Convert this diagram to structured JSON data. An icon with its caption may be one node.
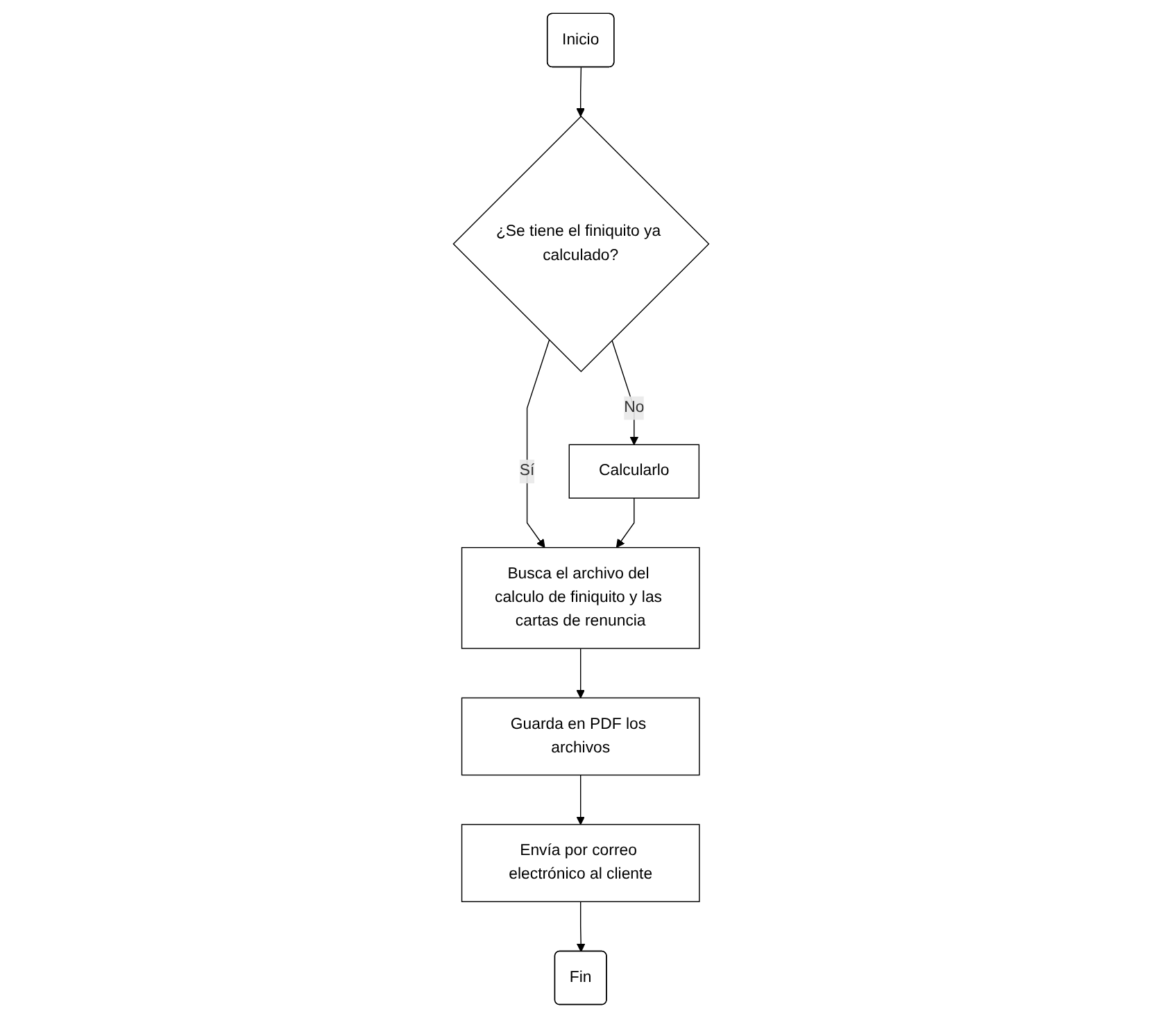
{
  "diagram": {
    "nodes": [
      {
        "text": [
          "Inicio"
        ]
      },
      {
        "text": [
          "¿Se tiene el finiquito ya calculado?"
        ]
      },
      {
        "text": [
          "Calcularlo"
        ]
      },
      {
        "text": [
          "Busca el archivo del calculo de finiquito y las cartas de renuncia"
        ]
      },
      {
        "text": [
          "Guarda en PDF los archivos"
        ]
      },
      {
        "text": [
          "Envía por correo electrónico al cliente"
        ]
      },
      {
        "text": [
          "Fin"
        ]
      }
    ],
    "edges": [
      {
        "from": 0,
        "to": 1,
        "arrow": "to"
      },
      {
        "from": 1,
        "to": 3,
        "arrow": "to",
        "label": "Sí"
      },
      {
        "from": 1,
        "to": 2,
        "arrow": "to",
        "label": "No"
      },
      {
        "from": 2,
        "to": 3,
        "arrow": "to"
      },
      {
        "from": 3,
        "to": 4,
        "arrow": "to"
      },
      {
        "from": 4,
        "to": 5,
        "arrow": "to"
      },
      {
        "from": 5,
        "to": 6,
        "arrow": "to"
      }
    ]
  }
}
